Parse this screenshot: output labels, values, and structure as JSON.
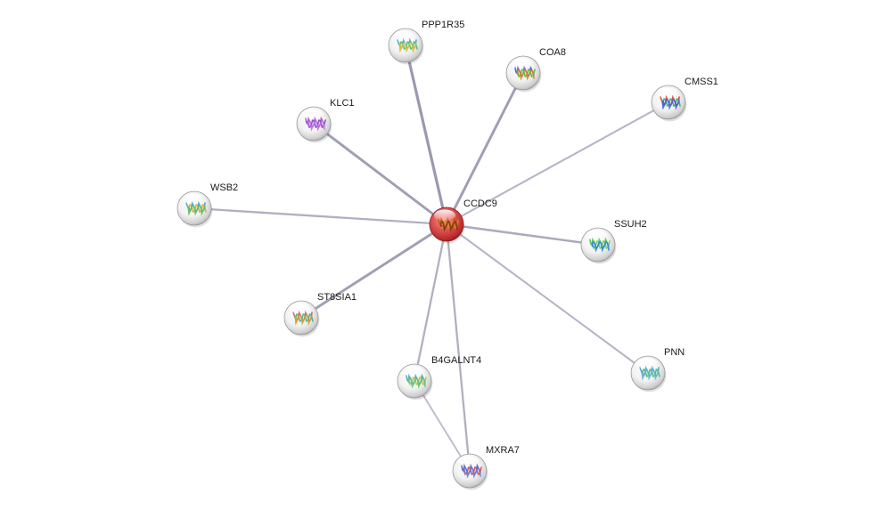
{
  "network": {
    "query_node": "CCDC9",
    "nodes": [
      {
        "id": "CCDC9",
        "label": "CCDC9",
        "query": true,
        "structure_colors": [
          "#b35a00",
          "#d98a20",
          "#7a3a00"
        ]
      },
      {
        "id": "PPP1R35",
        "label": "PPP1R35",
        "query": false,
        "structure_colors": [
          "#3aa0d0",
          "#40c070",
          "#e0c040"
        ]
      },
      {
        "id": "COA8",
        "label": "COA8",
        "query": false,
        "structure_colors": [
          "#5050e0",
          "#40c040",
          "#e08020"
        ]
      },
      {
        "id": "CMSS1",
        "label": "CMSS1",
        "query": false,
        "structure_colors": [
          "#e03030",
          "#30b060",
          "#4060e0"
        ]
      },
      {
        "id": "KLC1",
        "label": "KLC1",
        "query": false,
        "structure_colors": [
          "#a050d0",
          "#8040c0",
          "#c070e0"
        ]
      },
      {
        "id": "WSB2",
        "label": "WSB2",
        "query": false,
        "structure_colors": [
          "#30a0d0",
          "#e0a030",
          "#60c060"
        ]
      },
      {
        "id": "SSUH2",
        "label": "SSUH2",
        "query": false,
        "structure_colors": [
          "#40c040",
          "#60d060",
          "#3080e0"
        ]
      },
      {
        "id": "ST8SIA1",
        "label": "ST8SIA1",
        "query": false,
        "structure_colors": [
          "#e05050",
          "#40b0a0",
          "#d0a030"
        ]
      },
      {
        "id": "B4GALNT4",
        "label": "B4GALNT4",
        "query": false,
        "structure_colors": [
          "#40a0c0",
          "#c0c040",
          "#60c080"
        ]
      },
      {
        "id": "PNN",
        "label": "PNN",
        "query": false,
        "structure_colors": [
          "#40a0e0",
          "#40c060",
          "#70b0d0"
        ]
      },
      {
        "id": "MXRA7",
        "label": "MXRA7",
        "query": false,
        "structure_colors": [
          "#4060d0",
          "#e04040",
          "#6080e0"
        ]
      }
    ],
    "edges": [
      {
        "source": "CCDC9",
        "target": "PPP1R35",
        "strength": 0.9
      },
      {
        "source": "CCDC9",
        "target": "COA8",
        "strength": 0.8
      },
      {
        "source": "CCDC9",
        "target": "CMSS1",
        "strength": 0.4
      },
      {
        "source": "CCDC9",
        "target": "KLC1",
        "strength": 0.8
      },
      {
        "source": "CCDC9",
        "target": "WSB2",
        "strength": 0.5
      },
      {
        "source": "CCDC9",
        "target": "SSUH2",
        "strength": 0.6
      },
      {
        "source": "CCDC9",
        "target": "ST8SIA1",
        "strength": 0.8
      },
      {
        "source": "CCDC9",
        "target": "B4GALNT4",
        "strength": 0.5
      },
      {
        "source": "CCDC9",
        "target": "PNN",
        "strength": 0.4
      },
      {
        "source": "CCDC9",
        "target": "MXRA7",
        "strength": 0.5
      },
      {
        "source": "B4GALNT4",
        "target": "MXRA7",
        "strength": 0.3
      }
    ],
    "colors": {
      "query_node": "#cc3333",
      "neighbor_node": "#e6e6e6",
      "edge": "#8e8ea8"
    }
  }
}
